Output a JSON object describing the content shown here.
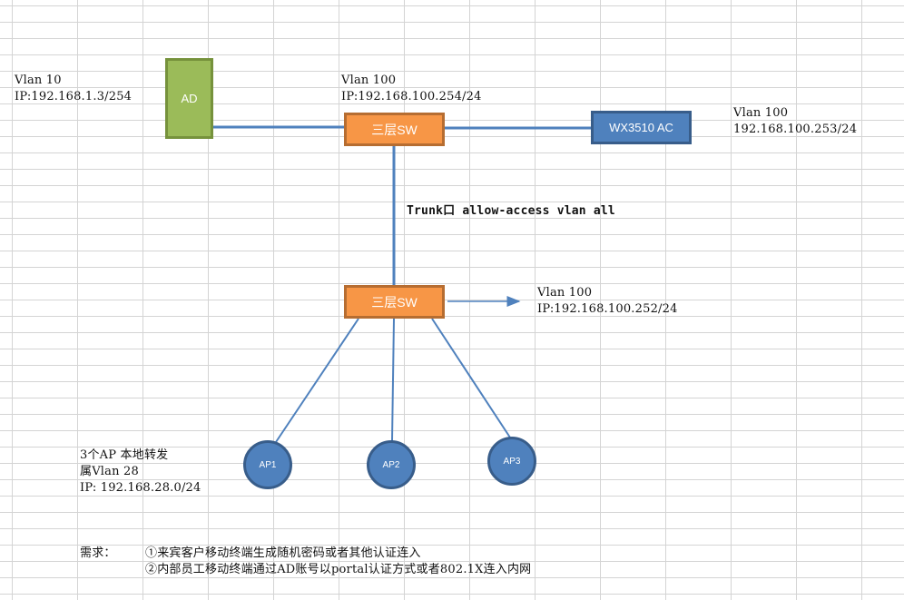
{
  "nodes": {
    "ad": {
      "label": "AD",
      "vlan": "Vlan 10",
      "ip": "IP:192.168.1.3/254"
    },
    "core_switch": {
      "label": "三层SW",
      "vlan": "Vlan 100",
      "ip": "IP:192.168.100.254/24"
    },
    "ac": {
      "label": "WX3510 AC",
      "vlan": "Vlan 100",
      "ip": "192.168.100.253/24"
    },
    "access_switch": {
      "label": "三层SW",
      "vlan": "Vlan 100",
      "ip": "IP:192.168.100.252/24"
    },
    "aps": [
      {
        "label": "AP1"
      },
      {
        "label": "AP2"
      },
      {
        "label": "AP3"
      }
    ]
  },
  "trunk_label": "Trunk口 allow-access vlan all",
  "ap_info": {
    "line1": "3个AP 本地转发",
    "line2": "属Vlan 28",
    "line3": "IP: 192.168.28.0/24"
  },
  "requirements": {
    "title": "需求：",
    "items": [
      "①来宾客户移动终端生成随机密码或者其他认证连入",
      "②内部员工移动终端通过AD账号以portal认证方式或者802.1X连入内网"
    ]
  },
  "colors": {
    "link": "#4f81bd",
    "ad_fill": "#9bbb59",
    "switch_fill": "#f79646",
    "ac_fill": "#4f81bd"
  }
}
